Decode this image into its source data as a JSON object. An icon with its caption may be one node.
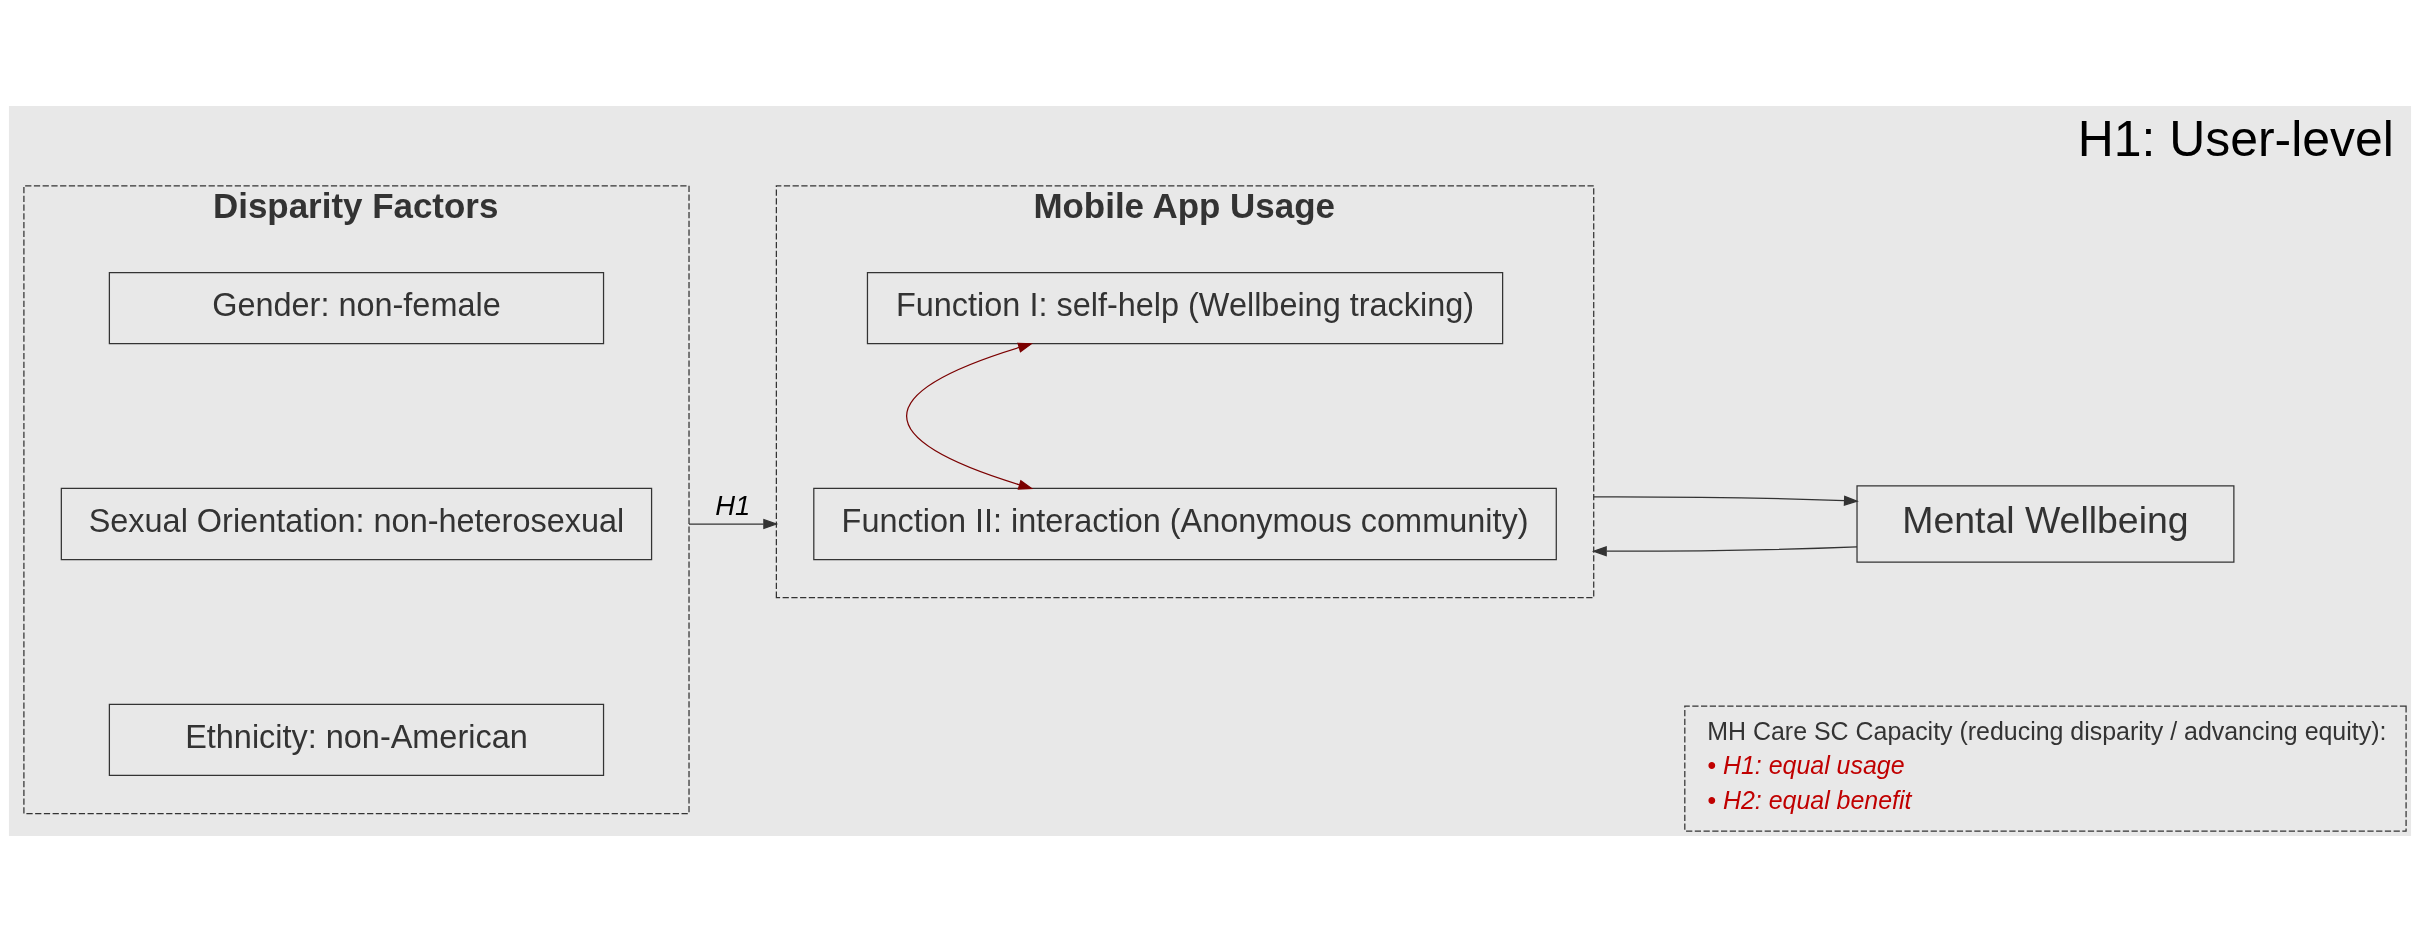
{
  "diagram": {
    "title": "H1: User-level",
    "nodes": [
      {
        "text": [
          "Disparity Factors"
        ]
      },
      {
        "text": [
          "Gender: non-female"
        ],
        "in": 0
      },
      {
        "text": [
          "Sexual Orientation: non-heterosexual"
        ],
        "in": 0
      },
      {
        "text": [
          "Ethnicity: non-American"
        ],
        "in": 0
      },
      {
        "text": [
          "Mobile App Usage"
        ]
      },
      {
        "text": [
          "Function I: self-help (Wellbeing tracking)"
        ],
        "in": 4
      },
      {
        "text": [
          "Function II: interaction (Anonymous community)"
        ],
        "in": 4
      },
      {
        "text": [
          "Mental Wellbeing"
        ]
      },
      {
        "text": [
          "MH Care SC Capacity (reducing disparity / advancing equity):",
          "• H1: equal usage",
          "• H2: equal benefit"
        ]
      }
    ],
    "edges": [
      {
        "from": 0,
        "to": 4,
        "arrow": "to",
        "label": "H1"
      },
      {
        "from": 5,
        "to": 6,
        "arrow": "both",
        "color": "#7b0000"
      },
      {
        "from": 7,
        "to": 4,
        "arrow": "to"
      },
      {
        "from": 4,
        "to": 7,
        "arrow": "to"
      }
    ]
  }
}
